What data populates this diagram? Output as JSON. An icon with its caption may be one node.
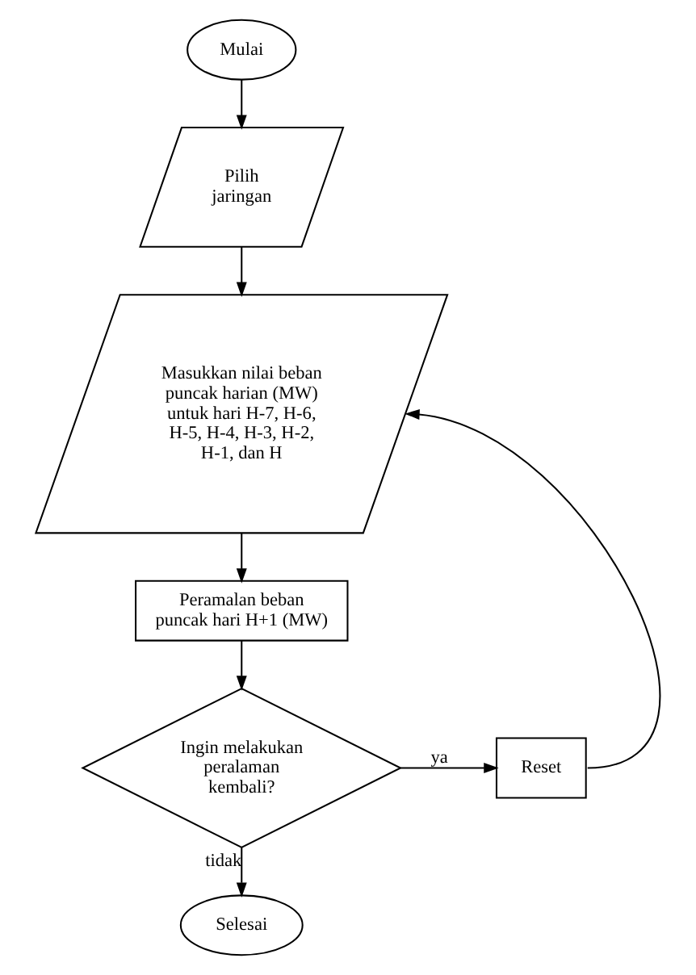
{
  "diagram": {
    "nodes": [
      {
        "text": [
          "Mulai"
        ]
      },
      {
        "text": [
          "Pilih jaringan"
        ]
      },
      {
        "text": [
          "Masukkan nilai beban puncak harian (MW) untuk hari H-7, H-6, H-5, H-4, H-3, H-2, H-1, dan H"
        ]
      },
      {
        "text": [
          "Peramalan beban puncak hari H+1 (MW)"
        ]
      },
      {
        "text": [
          "Ingin melakukan peralaman kembali?"
        ]
      },
      {
        "text": [
          "Reset"
        ]
      },
      {
        "text": [
          "Selesai"
        ]
      }
    ],
    "edges": [
      {
        "from": 0,
        "to": 1,
        "arrow": "to"
      },
      {
        "from": 1,
        "to": 2,
        "arrow": "to"
      },
      {
        "from": 2,
        "to": 3,
        "arrow": "to"
      },
      {
        "from": 3,
        "to": 4,
        "arrow": "to"
      },
      {
        "from": 4,
        "to": 5,
        "arrow": "to",
        "label": "ya"
      },
      {
        "from": 5,
        "to": 2,
        "arrow": "to"
      },
      {
        "from": 4,
        "to": 6,
        "arrow": "to",
        "label": "tidak"
      }
    ]
  }
}
